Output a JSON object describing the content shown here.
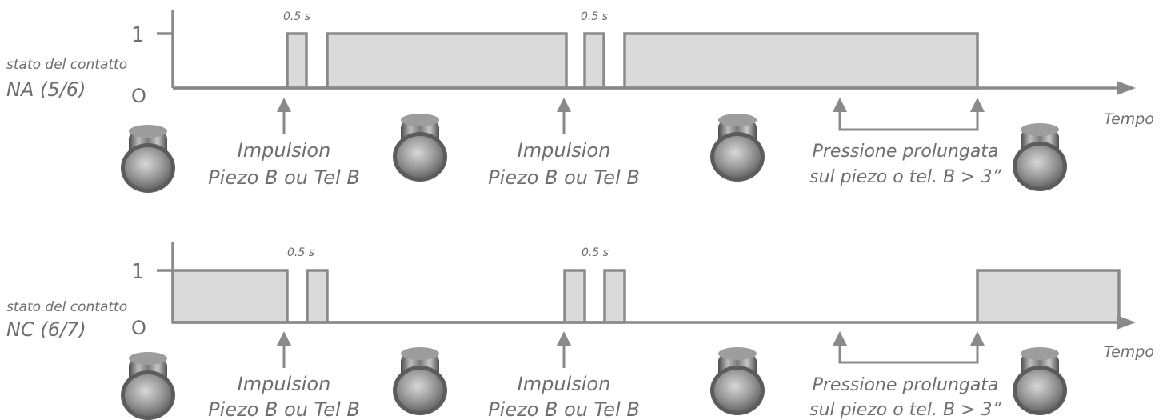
{
  "colors": {
    "line": "#8a8a8a",
    "fill": "#dadada",
    "text": "#6e6e6e"
  },
  "icons": [
    "piezo-button-icon"
  ],
  "panels": [
    {
      "id": "na",
      "level_one": "1",
      "level_zero": "O",
      "axis_label_line1": "stato del contatto",
      "axis_label_line2": "NA (5/6)",
      "time_label": "Tempo",
      "duration_labels": [
        "0.5 s",
        "0.5 s"
      ],
      "event_1_line1": "Impulsion",
      "event_1_line2": "Piezo B ou Tel B",
      "event_2_line1": "Impulsion",
      "event_2_line2": "Piezo B ou Tel B",
      "event_3_line1": "Pressione prolungata",
      "event_3_line2": "sul piezo o tel. B > 3”"
    },
    {
      "id": "nc",
      "level_one": "1",
      "level_zero": "O",
      "axis_label_line1": "stato del contatto",
      "axis_label_line2": "NC (6/7)",
      "time_label": "Tempo",
      "duration_labels": [
        "0.5 s",
        "0.5 s"
      ],
      "event_1_line1": "Impulsion",
      "event_1_line2": "Piezo B ou Tel B",
      "event_2_line1": "Impulsion",
      "event_2_line2": "Piezo B ou Tel B",
      "event_3_line1": "Pressione prolungata",
      "event_3_line2": "sul piezo o tel. B > 3”"
    }
  ]
}
